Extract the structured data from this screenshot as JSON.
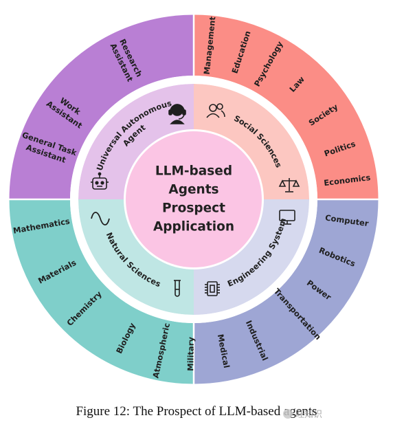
{
  "center": {
    "lines": [
      "LLM-based",
      "Agents",
      "Prospect",
      "Application"
    ]
  },
  "quadrants": [
    {
      "id": "universal",
      "category": "Universal Autonomous Agent",
      "inner_color": "#e4c2ea",
      "outer_color": "#b97fd4",
      "items": [
        "Research Assistant",
        "Work Assistant",
        "General Task Assistant"
      ]
    },
    {
      "id": "social",
      "category": "Social Sciences",
      "inner_color": "#fcc7c1",
      "outer_color": "#fb8d86",
      "items": [
        "Management",
        "Education",
        "Psychology",
        "Law",
        "Society",
        "Politics",
        "Economics"
      ]
    },
    {
      "id": "engineering",
      "category": "Engineering System",
      "inner_color": "#d6d9ee",
      "outer_color": "#9ea6d4",
      "items": [
        "Computer",
        "Robotics",
        "Power",
        "Transportation",
        "Industrial",
        "Medical",
        "Military"
      ]
    },
    {
      "id": "natural",
      "category": "Natural Sciences",
      "inner_color": "#bfe6e4",
      "outer_color": "#7fcfca",
      "items": [
        "Mathematics",
        "Materials",
        "Chemistry",
        "Biology",
        "Atmospheric"
      ]
    }
  ],
  "icons": [
    "headset-agent-icon",
    "people-icon",
    "scales-icon",
    "robot-icon",
    "monitor-icon",
    "sine-wave-icon",
    "chip-icon",
    "test-tube-icon"
  ],
  "center_color": "#fbc5e4",
  "caption": "Figure 12: The Prospect of LLM-based agents",
  "watermark": "旺知识"
}
